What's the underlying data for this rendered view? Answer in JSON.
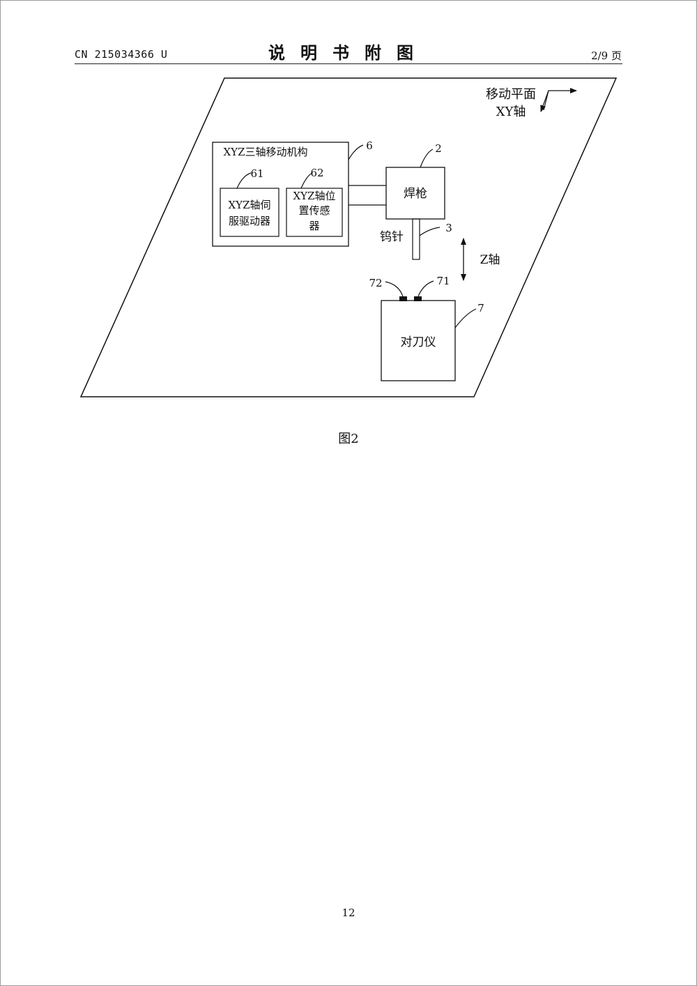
{
  "header": {
    "patent_number": "CN 215034366 U",
    "section_title": "说明书附图",
    "page_indicator": "2/9 页"
  },
  "diagram": {
    "plane_label_line1": "移动平面",
    "plane_label_line2": "XY轴",
    "mechanism": {
      "title": "XYZ三轴移动机构",
      "ref": "6"
    },
    "servo_driver": {
      "line1": "XYZ轴伺",
      "line2": "服驱动器",
      "ref": "61"
    },
    "position_sensor": {
      "line1": "XYZ轴位",
      "line2": "置传感",
      "line3": "器",
      "ref": "62"
    },
    "welding_gun": {
      "label": "焊枪",
      "ref": "2"
    },
    "tungsten_needle": {
      "label": "钨针",
      "ref": "3"
    },
    "z_axis_label": "Z轴",
    "tool_setter": {
      "label": "对刀仪",
      "ref": "7"
    },
    "sensor_71": {
      "ref": "71"
    },
    "sensor_72": {
      "ref": "72"
    }
  },
  "figure_caption": "图2",
  "page_number": "12"
}
